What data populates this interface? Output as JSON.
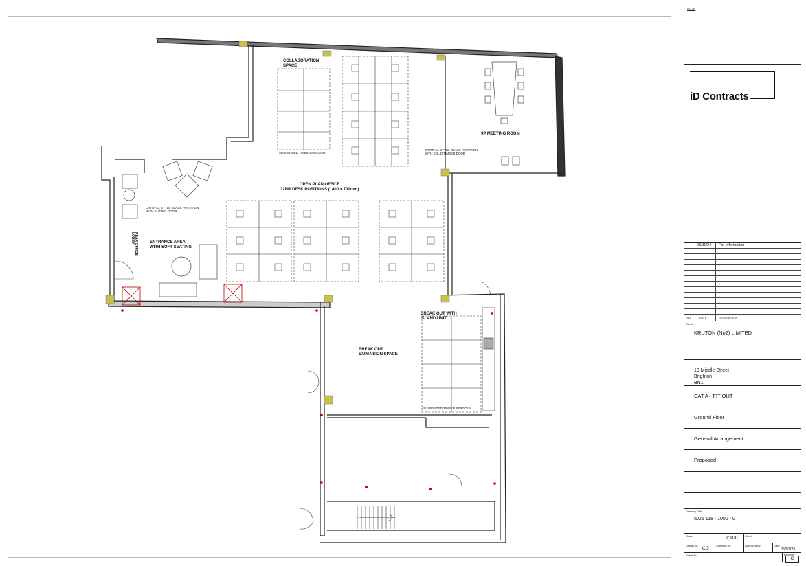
{
  "plan_labels": {
    "collaboration": "COLLABORATION\nSPACE",
    "meeting_room": "9P MEETING ROOM",
    "glass_partition_1": "CRITTALL STYLE GLASS PARTITION\nWITH SOLID TIMBER DOOR",
    "open_plan": "OPEN PLAN OFFICE\n32NR DESK POSITIONS (1400 x 700mm)",
    "glass_partition_2": "CRITTALL STYLE GLASS PARTITION\nWITH SLIDING DOOR",
    "entrance": "ENTRANCE AREA\nWITH SOFT SEATING",
    "rear_lobby": "REAR OFFICE\nLOBBY",
    "breakout_island": "BREAK OUT WITH\nISLAND UNIT",
    "breakout_expansion": "BREAK OUT\nEXPANSION SPACE",
    "pergola_1": "SUSPENDED TIMBER PERGOLA",
    "pergola_2": "SUSPENDED TIMBER PERGOLA"
  },
  "title_block": {
    "note_label": "NOTE:",
    "logo": "iD Contracts",
    "revision": {
      "rev": "-",
      "date": "08/11/24",
      "description": "For Information"
    },
    "rev_headers": {
      "rev": "REV",
      "date": "DATE",
      "description": "DESCRIPTION"
    },
    "client_label": "Client:",
    "client": "KRUTON (No2) LIMITED",
    "address_line1": "10 Middle Street",
    "address_line2": "Brighton",
    "address_line3": "BN1",
    "project": "CAT A+ FIT OUT",
    "floor": "Ground Floor",
    "drawing_type": "General Arrangement",
    "status": "Proposed",
    "drawing_title_label": "Drawing Title:",
    "drawing_number": "ID25 118 - 1000 - 0",
    "scale_label": "Scale",
    "scale": "1:100",
    "sheet_label": "Sheet",
    "drawn_by_label": "Drawn by:",
    "drawn_by": "CG",
    "checked_by_label": "Checked by:",
    "approved_by_label": "Approved by:",
    "date_label": "Date:",
    "date": "05/01/26",
    "sheet_no_label": "Sheet No.",
    "revision_label": "Revision",
    "revision_value": "C"
  }
}
